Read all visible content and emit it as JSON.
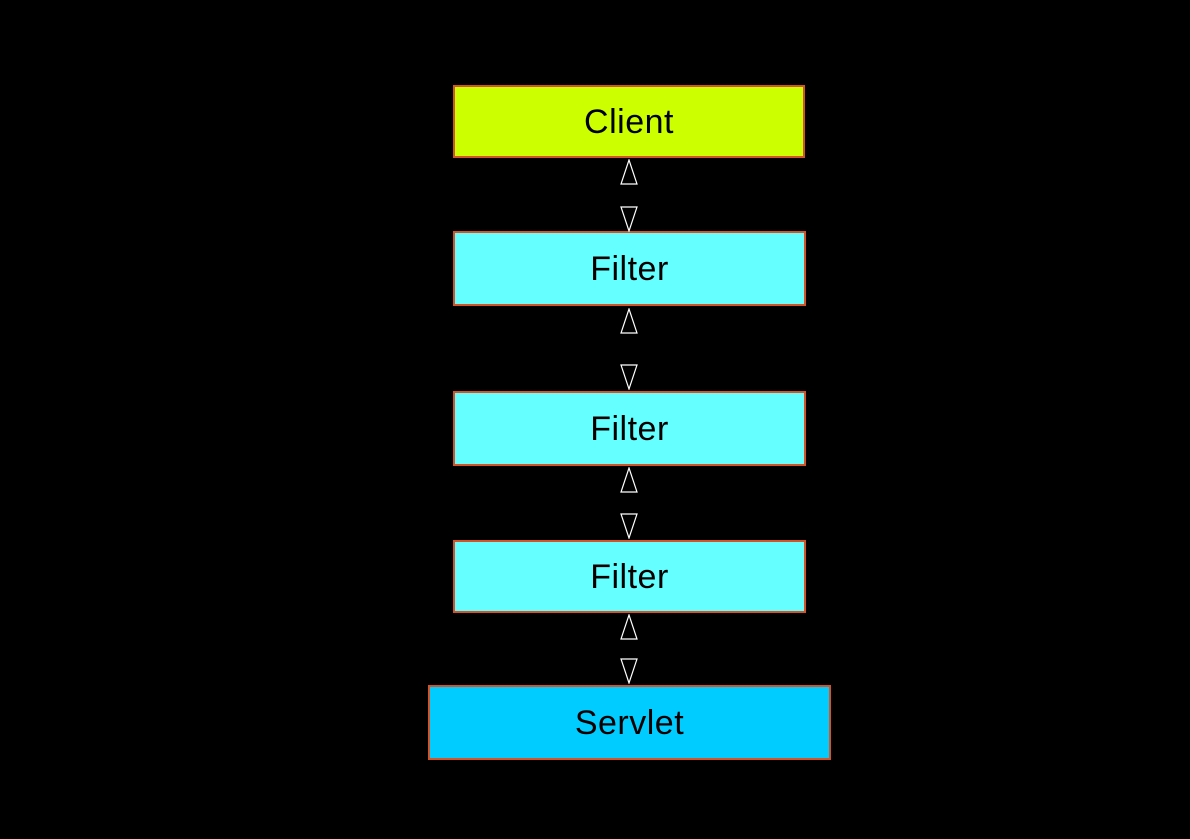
{
  "diagram": {
    "background_color": "#000000",
    "node_border_color": "#d4542a",
    "node_text_color": "#000000",
    "connector_color": "#ffffff",
    "connector_style": "hollow-triangle-arrowheads-bidirectional",
    "nodes": [
      {
        "id": "client",
        "label": "Client",
        "fill": "#ccff00"
      },
      {
        "id": "filter-1",
        "label": "Filter",
        "fill": "#66ffff"
      },
      {
        "id": "filter-2",
        "label": "Filter",
        "fill": "#66ffff"
      },
      {
        "id": "filter-3",
        "label": "Filter",
        "fill": "#66ffff"
      },
      {
        "id": "servlet",
        "label": "Servlet",
        "fill": "#00ccff"
      }
    ],
    "connectors": [
      {
        "from": "client",
        "to": "filter-1",
        "direction": "both"
      },
      {
        "from": "filter-1",
        "to": "filter-2",
        "direction": "both"
      },
      {
        "from": "filter-2",
        "to": "filter-3",
        "direction": "both"
      },
      {
        "from": "filter-3",
        "to": "servlet",
        "direction": "both"
      }
    ]
  }
}
